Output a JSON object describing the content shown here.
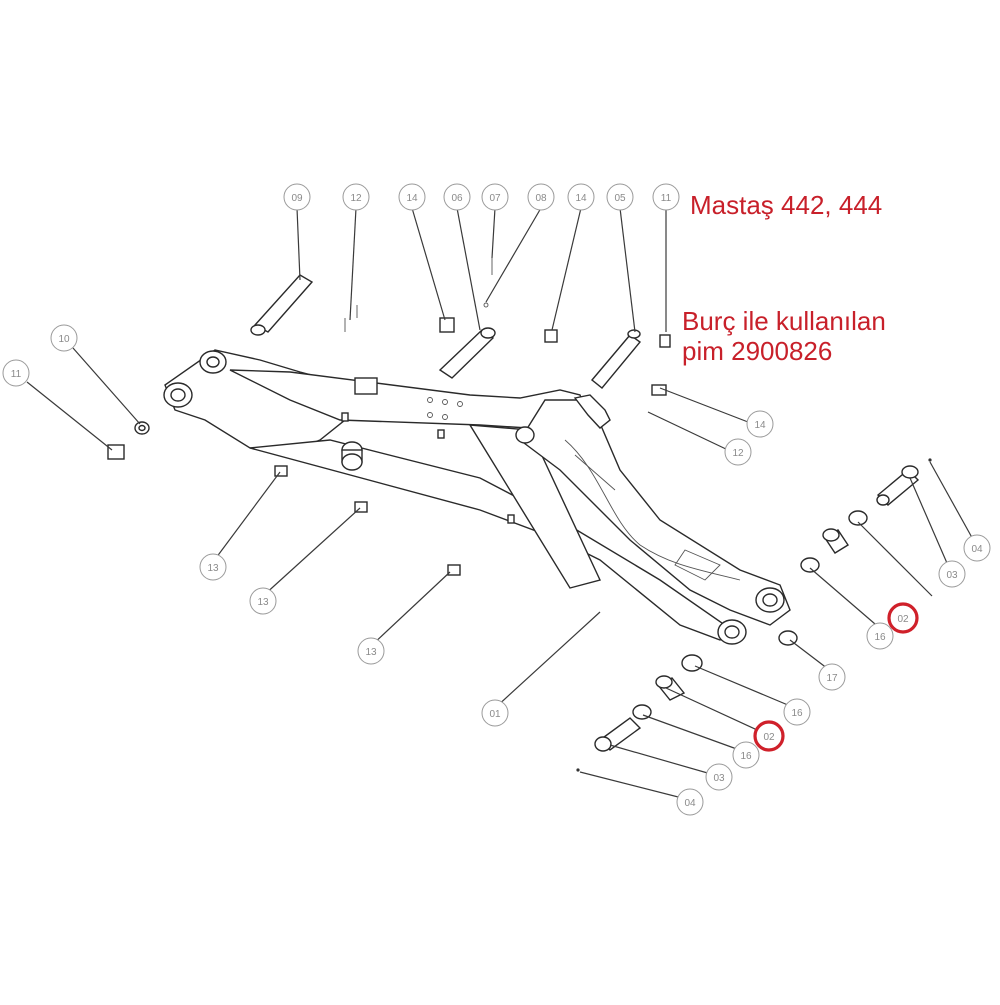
{
  "notes": {
    "model": "Mastaş 442, 444",
    "pin_line1": "Burç ile kullanılan",
    "pin_line2": "pim 2900826"
  },
  "callouts": [
    {
      "label": "09"
    },
    {
      "label": "12"
    },
    {
      "label": "14"
    },
    {
      "label": "06"
    },
    {
      "label": "07"
    },
    {
      "label": "08"
    },
    {
      "label": "14"
    },
    {
      "label": "05"
    },
    {
      "label": "11"
    },
    {
      "label": "10"
    },
    {
      "label": "11"
    },
    {
      "label": "14"
    },
    {
      "label": "12"
    },
    {
      "label": "13"
    },
    {
      "label": "13"
    },
    {
      "label": "13"
    },
    {
      "label": "04"
    },
    {
      "label": "03"
    },
    {
      "label": "02"
    },
    {
      "label": "16"
    },
    {
      "label": "17"
    },
    {
      "label": "01"
    },
    {
      "label": "16"
    },
    {
      "label": "02"
    },
    {
      "label": "16"
    },
    {
      "label": "03"
    },
    {
      "label": "04"
    }
  ],
  "highlight_color": "#d0202a",
  "note_color": "#c8202a"
}
